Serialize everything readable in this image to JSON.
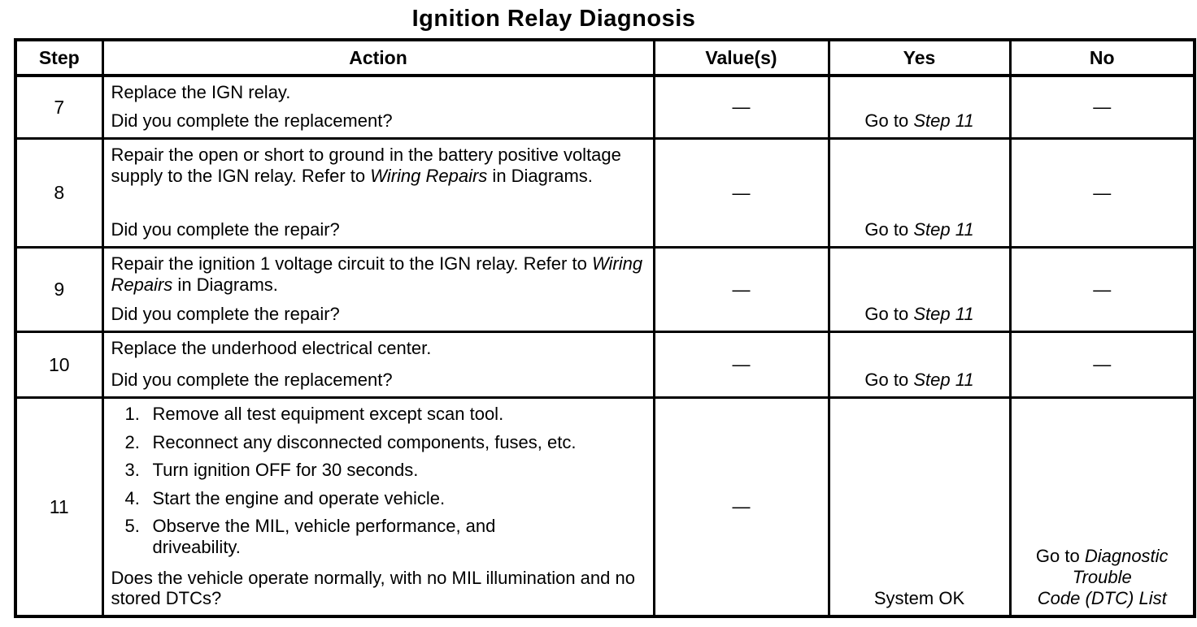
{
  "title": "Ignition Relay Diagnosis",
  "colors": {
    "text": "#000000",
    "background": "#ffffff",
    "border": "#000000"
  },
  "table": {
    "headers": [
      "Step",
      "Action",
      "Value(s)",
      "Yes",
      "No"
    ],
    "rows": [
      {
        "step": "7",
        "action": {
          "paragraphs": [
            [
              {
                "t": "Replace the IGN relay."
              }
            ]
          ],
          "question": "Did you complete the replacement?"
        },
        "value": "—",
        "yes": [
          {
            "t": "Go to "
          },
          {
            "t": "Step 11",
            "i": true
          }
        ],
        "no": "—"
      },
      {
        "step": "8",
        "action": {
          "paragraphs": [
            [
              {
                "t": "Repair the open or short to ground in the battery positive voltage supply to the IGN relay. Refer to "
              },
              {
                "t": "Wiring Repairs",
                "i": true
              },
              {
                "t": " in Diagrams."
              }
            ]
          ],
          "question": "Did you complete the repair?"
        },
        "value": "—",
        "yes": [
          {
            "t": "Go to "
          },
          {
            "t": "Step 11",
            "i": true
          }
        ],
        "no": "—"
      },
      {
        "step": "9",
        "action": {
          "paragraphs": [
            [
              {
                "t": "Repair the ignition 1 voltage circuit to the IGN relay. Refer to "
              },
              {
                "t": "Wiring Repairs",
                "i": true
              },
              {
                "t": " in Diagrams."
              }
            ]
          ],
          "question": "Did you complete the repair?"
        },
        "value": "—",
        "yes": [
          {
            "t": "Go to "
          },
          {
            "t": "Step 11",
            "i": true
          }
        ],
        "no": "—"
      },
      {
        "step": "10",
        "action": {
          "paragraphs": [
            [
              {
                "t": "Replace the underhood electrical center."
              }
            ]
          ],
          "question": "Did you complete the replacement?"
        },
        "value": "—",
        "yes": [
          {
            "t": "Go to "
          },
          {
            "t": "Step 11",
            "i": true
          }
        ],
        "no": "—"
      },
      {
        "step": "11",
        "action": {
          "list": [
            {
              "num": "1.",
              "text": "Remove all test equipment except scan tool."
            },
            {
              "num": "2.",
              "text": "Reconnect any disconnected components, fuses, etc."
            },
            {
              "num": "3.",
              "text": "Turn ignition OFF for 30 seconds."
            },
            {
              "num": "4.",
              "text": "Start the engine and operate vehicle."
            },
            {
              "num": "5.",
              "text": "Observe the MIL, vehicle performance, and driveability."
            }
          ],
          "question": "Does the vehicle operate normally, with no MIL illumination and no stored DTCs?"
        },
        "value": "—",
        "yes": [
          {
            "t": "System OK"
          }
        ],
        "no_lines": [
          [
            {
              "t": "Go to "
            },
            {
              "t": "Diagnostic",
              "i": true
            }
          ],
          [
            {
              "t": "Trouble",
              "i": true
            }
          ],
          [
            {
              "t": "Code (DTC) List",
              "i": true
            }
          ]
        ]
      }
    ]
  }
}
